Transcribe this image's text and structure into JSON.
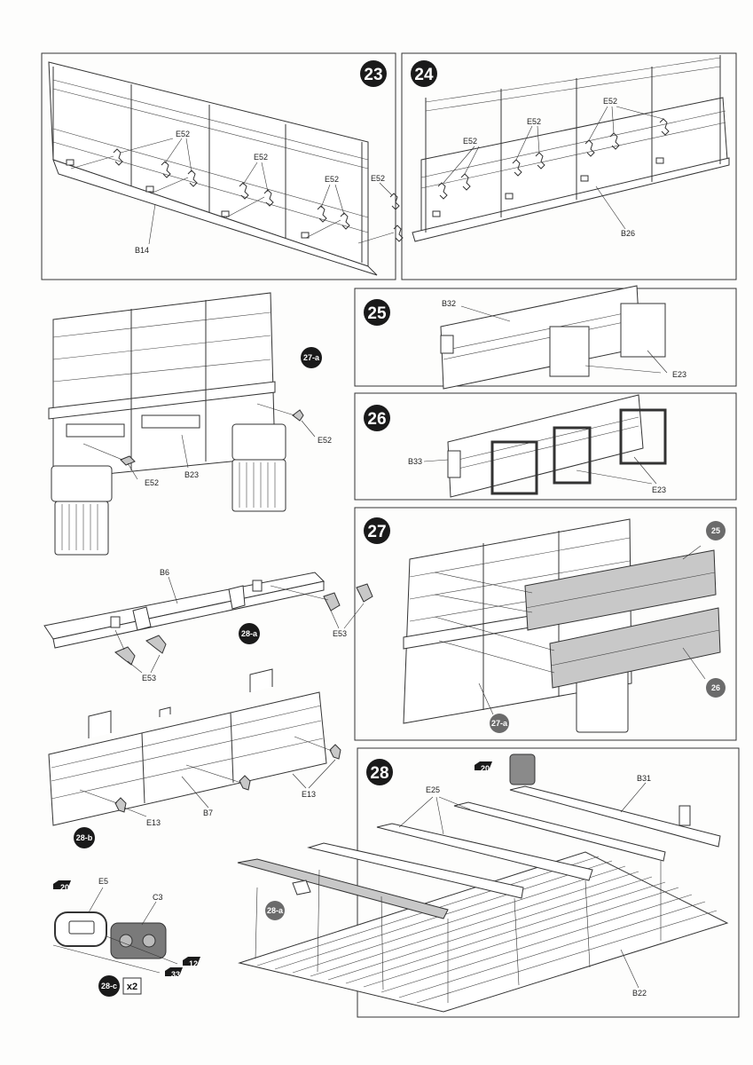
{
  "steps": {
    "s23": {
      "number": "23",
      "labels": {
        "e52_a": "E52",
        "e52_b": "E52",
        "e52_c": "E52",
        "e52_d": "E52",
        "b14": "B14"
      }
    },
    "s24": {
      "number": "24",
      "labels": {
        "e52_a": "E52",
        "e52_b": "E52",
        "e52_c": "E52",
        "b26": "B26"
      }
    },
    "s25": {
      "number": "25",
      "labels": {
        "b32": "B32",
        "e23": "E23"
      }
    },
    "s26": {
      "number": "26",
      "labels": {
        "b33": "B33",
        "e23": "E23"
      }
    },
    "s27": {
      "number": "27",
      "labels": {
        "ref25": "25",
        "ref26": "26",
        "ref27a": "27-a"
      }
    },
    "s28": {
      "number": "28",
      "labels": {
        "paint20": "20",
        "e25": "E25",
        "b31": "B31",
        "ref28a": "28-a",
        "b22": "B22"
      }
    }
  },
  "sub27a": {
    "badge": "27-a",
    "labels": {
      "e52_l": "E52",
      "e52_r": "E52",
      "b23": "B23"
    }
  },
  "sub28a": {
    "badge": "28-a",
    "labels": {
      "b6": "B6",
      "e53_l": "E53",
      "e53_r": "E53"
    }
  },
  "sub28b": {
    "badge": "28-b",
    "labels": {
      "e13_l": "E13",
      "e13_r": "E13",
      "b7": "B7"
    }
  },
  "sub28c": {
    "badge": "28-c",
    "quantity": "x2",
    "labels": {
      "e5": "E5",
      "c3": "C3",
      "paint20": "20",
      "paint12": "12",
      "paint33": "33"
    }
  },
  "colors": {
    "badge": "#1a1a1a",
    "badge_grey": "#6b6b6b",
    "line": "#333333",
    "part_grey": "#c8c8c8"
  }
}
